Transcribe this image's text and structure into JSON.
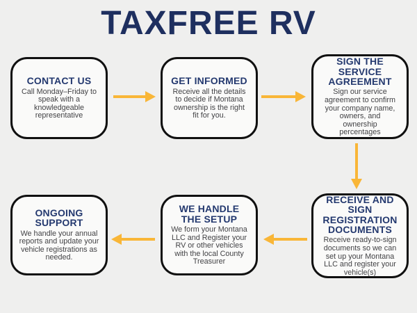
{
  "title": "TAXFREE RV",
  "colors": {
    "background": "#EFEFEE",
    "box_fill": "#FAFAF9",
    "box_border": "#101010",
    "title_navy": "#1E2F5F",
    "heading_navy": "#24396F",
    "body_text": "#424245",
    "arrow_gold": "#F9B637"
  },
  "steps": [
    {
      "heading": "CONTACT US",
      "body": "Call Monday–Friday to\nspeak with a\nknowledgeable\nrepresentative"
    },
    {
      "heading": "GET INFORMED",
      "body": "Receive all the details\nto decide if Montana\nownership is the right\nfit for you."
    },
    {
      "heading": "SIGN THE\nSERVICE\nAGREEMENT",
      "body": "Sign our service\nagreement to confirm\nyour company name,\nowners, and\nownership\npercentages"
    },
    {
      "heading": "RECEIVE AND\nSIGN\nREGISTRATION\nDOCUMENTS",
      "body": "Receive ready-to-sign\ndocuments so we can\nset up your Montana\nLLC and register your\nvehicle(s)"
    },
    {
      "heading": "WE HANDLE\nTHE SETUP",
      "body": "We form your Montana\nLLC and Register your\nRV or other vehicles\nwith the local County\nTreasurer"
    },
    {
      "heading": "ONGOING\nSUPPORT",
      "body": "We handle your annual\nreports and update your\nvehicle registrations as\nneeded."
    }
  ],
  "flow": {
    "arrows": [
      {
        "from": 1,
        "to": 2,
        "direction": "right"
      },
      {
        "from": 2,
        "to": 3,
        "direction": "right"
      },
      {
        "from": 3,
        "to": 4,
        "direction": "down"
      },
      {
        "from": 4,
        "to": 5,
        "direction": "left"
      },
      {
        "from": 5,
        "to": 6,
        "direction": "left"
      }
    ]
  }
}
